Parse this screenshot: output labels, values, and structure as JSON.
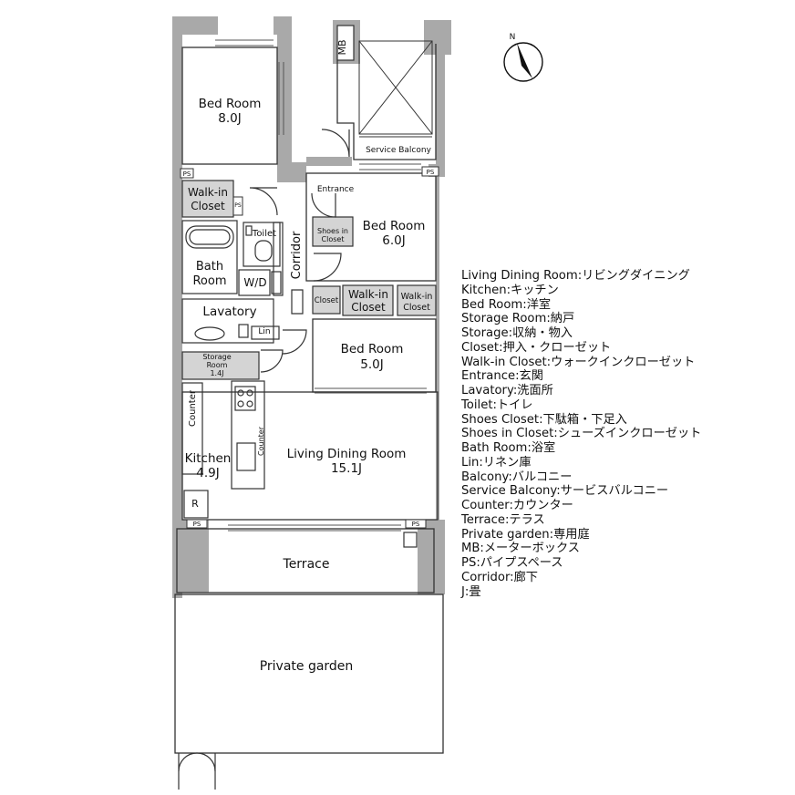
{
  "compass": {
    "north_label": "N"
  },
  "rooms": {
    "bed1_name": "Bed Room",
    "bed1_size": "8.0J",
    "bed2_name": "Bed Room",
    "bed2_size": "6.0J",
    "bed3_name": "Bed Room",
    "bed3_size": "5.0J",
    "walkin1_l1": "Walk-in",
    "walkin1_l2": "Closet",
    "walkin2_l1": "Walk-in",
    "walkin2_l2": "Closet",
    "walkin3_l1": "Walk-in",
    "walkin3_l2": "Closet",
    "closet": "Closet",
    "entrance": "Entrance",
    "shoes_l1": "Shoes in",
    "shoes_l2": "Closet",
    "toilet": "Toilet",
    "bath_l1": "Bath",
    "bath_l2": "Room",
    "wd": "W/D",
    "corridor": "Corridor",
    "lavatory": "Lavatory",
    "lin": "Lin",
    "storage_l1": "Storage",
    "storage_l2": "Room",
    "storage_size": "1.4J",
    "counter1": "Counter",
    "counter2": "Counter",
    "kitchen_name": "Kitchen",
    "kitchen_size": "4.9J",
    "ldr_name": "Living Dining Room",
    "ldr_size": "15.1J",
    "r_mark": "R",
    "terrace": "Terrace",
    "garden": "Private garden",
    "service_balcony": "Service Balcony",
    "mb": "MB",
    "ps": "PS"
  },
  "legend": [
    "Living Dining Room:リビングダイニング",
    "Kitchen:キッチン",
    "Bed Room:洋室",
    "Storage Room:納戸",
    "Storage:収納・物入",
    "Closet:押入・クローゼット",
    "Walk-in Closet:ウォークインクローゼット",
    "Entrance:玄関",
    "Lavatory:洗面所",
    "Toilet:トイレ",
    "Shoes Closet:下駄箱・下足入",
    "Shoes in Closet:シューズインクローゼット",
    "Bath Room:浴室",
    "Lin:リネン庫",
    "Balcony:バルコニー",
    "Service Balcony:サービスバルコニー",
    "Counter:カウンター",
    "Terrace:テラス",
    "Private garden:専用庭",
    "MB:メーターボックス",
    "PS:パイプスペース",
    "Corridor:廊下",
    "J:畳"
  ]
}
